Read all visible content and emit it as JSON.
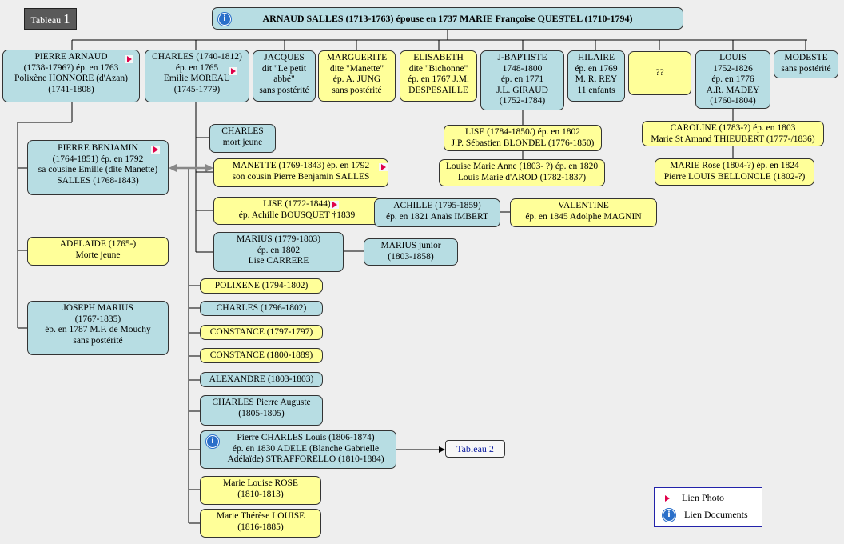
{
  "tableau": {
    "label": "Tableau",
    "number": "1"
  },
  "root": "ARNAUD SALLES (1713-1763) épouse en 1737 MARIE Françoise QUESTEL (1710-1794)",
  "children": {
    "pierre_arnaud": [
      "PIERRE ARNAUD",
      "(1738-1796?) ép. en 1763",
      "Polixène HONNORE (d'Azan)",
      "(1741-1808)"
    ],
    "charles": [
      "CHARLES (1740-1812)",
      "ép. en 1765",
      "Emilie MOREAU",
      "(1745-1779)"
    ],
    "jacques": [
      "JACQUES",
      "dit \"Le petit",
      "abbé\"",
      "sans postérité"
    ],
    "marguerite": [
      "MARGUERITE",
      "dite \"Manette\"",
      "ép. A. JUNG",
      "sans postérité"
    ],
    "elisabeth": [
      "ELISABETH",
      "dite \"Bichonne\"",
      "ép. en 1767 J.M.",
      "DESPESAILLE"
    ],
    "jbaptiste": [
      "J-BAPTISTE",
      "1748-1800",
      "ép. en 1771",
      "J.L. GIRAUD",
      "(1752-1784)"
    ],
    "hilaire": [
      "HILAIRE",
      "ép. en 1769",
      "M. R. REY",
      "11 enfants"
    ],
    "unknown": [
      "??"
    ],
    "louis": [
      "LOUIS",
      "1752-1826",
      "ép. en 1776",
      "A.R. MADEY",
      "(1760-1804)"
    ],
    "modeste": [
      "MODESTE",
      "sans postérité"
    ]
  },
  "pierre_arnaud_children": {
    "pierre_benjamin": [
      "PIERRE BENJAMIN",
      "(1764-1851) ép. en 1792",
      "sa cousine Emilie (dite Manette)",
      "SALLES (1768-1843)"
    ],
    "adelaide": [
      "ADELAIDE (1765-)",
      "Morte jeune"
    ],
    "joseph_marius": [
      "JOSEPH MARIUS",
      "(1767-1835)",
      "ép. en 1787 M.F. de Mouchy",
      "sans postérité"
    ]
  },
  "charles_children": {
    "charles_jr": [
      "CHARLES",
      "mort jeune"
    ],
    "manette": [
      "MANETTE  (1769-1843) ép. en 1792",
      "son cousin Pierre Benjamin SALLES"
    ],
    "lise": [
      "LISE (1772-1844)",
      "ép. Achille BOUSQUET †1839"
    ],
    "marius": [
      "MARIUS (1779-1803)",
      "ép. en 1802",
      "Lise CARRERE"
    ]
  },
  "grandchildren": {
    "achille": [
      "ACHILLE (1795-1859)",
      "ép. en 1821 Anaïs IMBERT"
    ],
    "valentine": [
      "VALENTINE",
      "ép. en 1845 Adolphe MAGNIN"
    ],
    "marius_junior": [
      "MARIUS junior",
      "(1803-1858)"
    ]
  },
  "jbaptiste_children": {
    "lise": [
      "LISE (1784-1850/) ép. en 1802",
      "J.P. Sébastien  BLONDEL (1776-1850)"
    ],
    "louise": [
      "Louise Marie Anne (1803- ?) ép. en 1820",
      "Louis Marie d'AROD (1782-1837)"
    ]
  },
  "louis_children": {
    "caroline": [
      "CAROLINE (1783-?) ép. en 1803",
      "Marie St Amand THIEUBERT (1777-/1836)"
    ],
    "marie_rose": [
      "MARIE Rose (1804-?) ép. en 1824",
      "Pierre LOUIS BELLONCLE (1802-?)"
    ]
  },
  "pierre_benjamin_children": {
    "polixene": [
      "POLIXENE (1794-1802)"
    ],
    "charles_1796": [
      "CHARLES (1796-1802)"
    ],
    "constance_1797": [
      "CONSTANCE (1797-1797)"
    ],
    "constance_1800": [
      "CONSTANCE (1800-1889)"
    ],
    "alexandre": [
      "ALEXANDRE (1803-1803)"
    ],
    "charles_pierre_auguste": [
      "CHARLES Pierre Auguste",
      "(1805-1805)"
    ],
    "pierre_charles_louis": [
      "Pierre CHARLES Louis (1806-1874)",
      "ép. en 1830 ADELE (Blanche Gabrielle",
      "Adélaïde) STRAFFORELLO (1810-1884)"
    ],
    "marie_louise_rose": [
      "Marie Louise ROSE",
      "(1810-1813)"
    ],
    "marie_therese_louise": [
      "Marie Thérèse LOUISE",
      "(1816-1885)"
    ]
  },
  "tableau2_link": "Tableau 2",
  "legend": {
    "photo": "Lien Photo",
    "documents": "Lien Documents"
  },
  "colors": {
    "male": "#b7dde3",
    "female": "#ffff99",
    "background": "#eeeeee",
    "photo_icon": "#e0004a",
    "info_icon": "#2a6fc9"
  },
  "icons": [
    "info-icon",
    "photo-link-icon"
  ]
}
